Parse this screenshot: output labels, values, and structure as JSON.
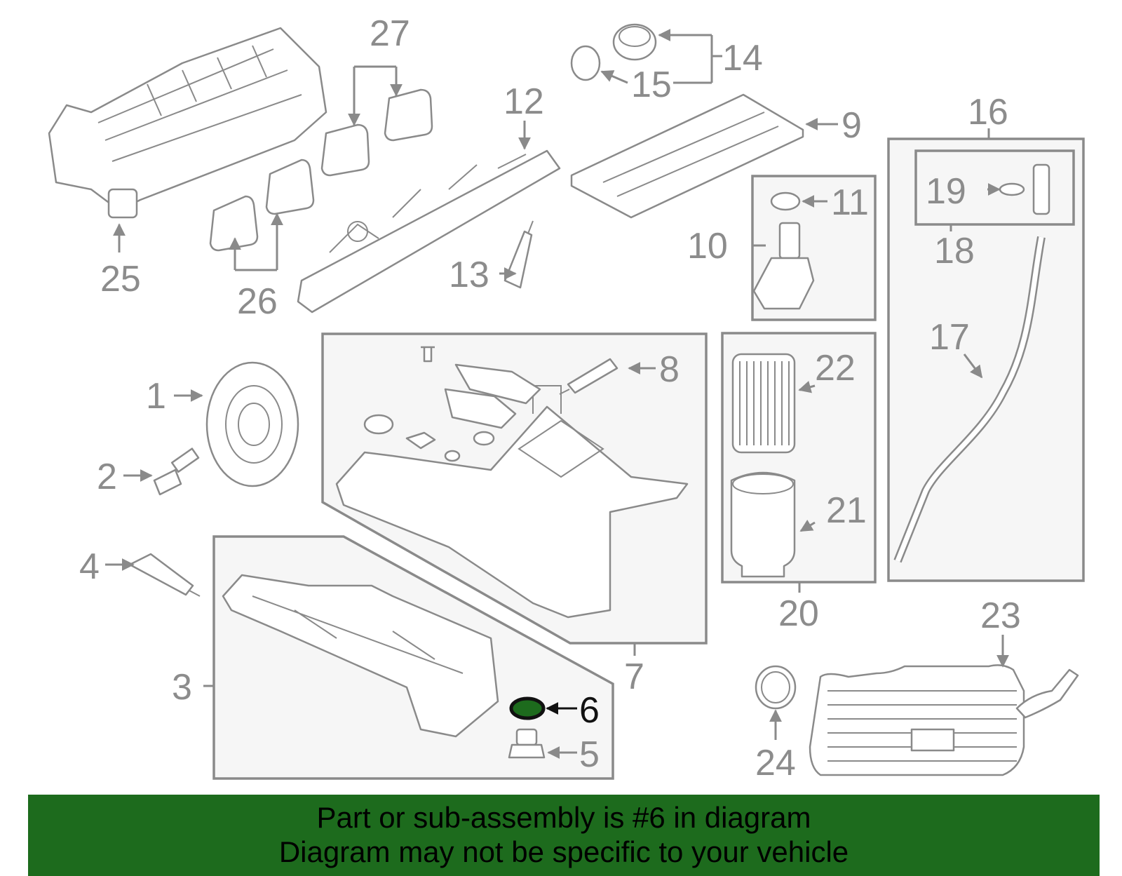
{
  "colors": {
    "line": "#8a8a8a",
    "highlight": "#111111",
    "banner": "#1d6b1d"
  },
  "highlighted_part": "6",
  "callouts": [
    "1",
    "2",
    "3",
    "4",
    "5",
    "6",
    "7",
    "8",
    "9",
    "10",
    "11",
    "12",
    "13",
    "14",
    "15",
    "16",
    "17",
    "18",
    "19",
    "20",
    "21",
    "22",
    "23",
    "24",
    "25",
    "26",
    "27"
  ],
  "banner": {
    "line1": "Part or sub-assembly is #6 in diagram",
    "line2": "Diagram may not be specific to your vehicle"
  }
}
